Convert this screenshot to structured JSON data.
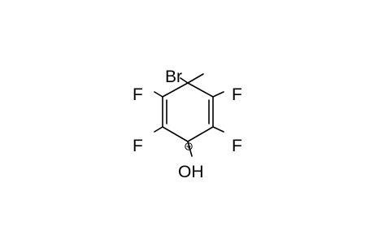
{
  "molecule": {
    "atoms": {
      "br": "Br",
      "f_left_top": "F",
      "f_left_bottom": "F",
      "f_right_top": "F",
      "f_right_bottom": "F",
      "oh": "OH"
    },
    "charge": "+",
    "colors": {
      "bond": "#000000",
      "text": "#000000",
      "background": "#ffffff"
    }
  }
}
